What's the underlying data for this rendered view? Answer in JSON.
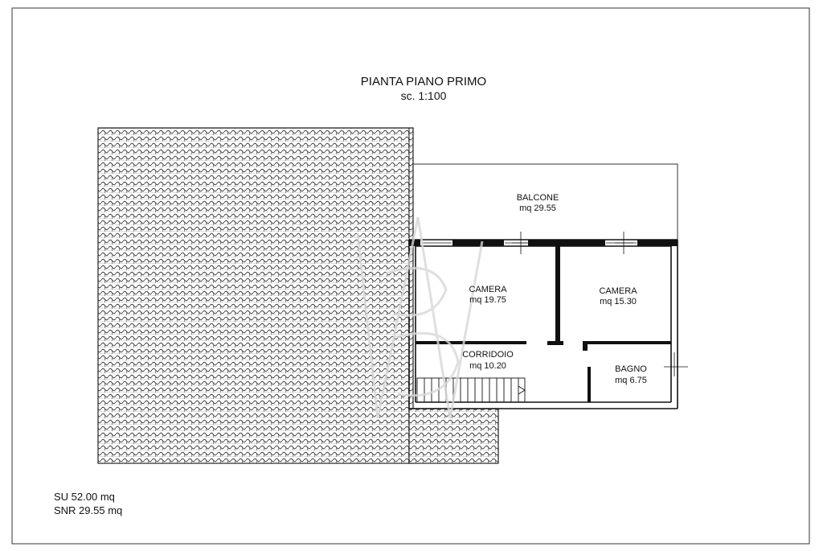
{
  "header": {
    "title": "PIANTA PIANO PRIMO",
    "scale": "sc. 1:100"
  },
  "rooms": [
    {
      "name": "BALCONE",
      "area": "mq 29.55"
    },
    {
      "name": "CAMERA",
      "area": "mq 19.75"
    },
    {
      "name": "CAMERA",
      "area": "mq 15.30"
    },
    {
      "name": "CORRIDOIO",
      "area": "mq 10.20"
    },
    {
      "name": "BAGNO",
      "area": "mq 6.75"
    }
  ],
  "summary": {
    "su": "SU 52.00 mq",
    "snr": "SNR 29.55 mq"
  },
  "colors": {
    "line": "#222222",
    "roof_hatch": "#333333",
    "wall": "#111111"
  }
}
